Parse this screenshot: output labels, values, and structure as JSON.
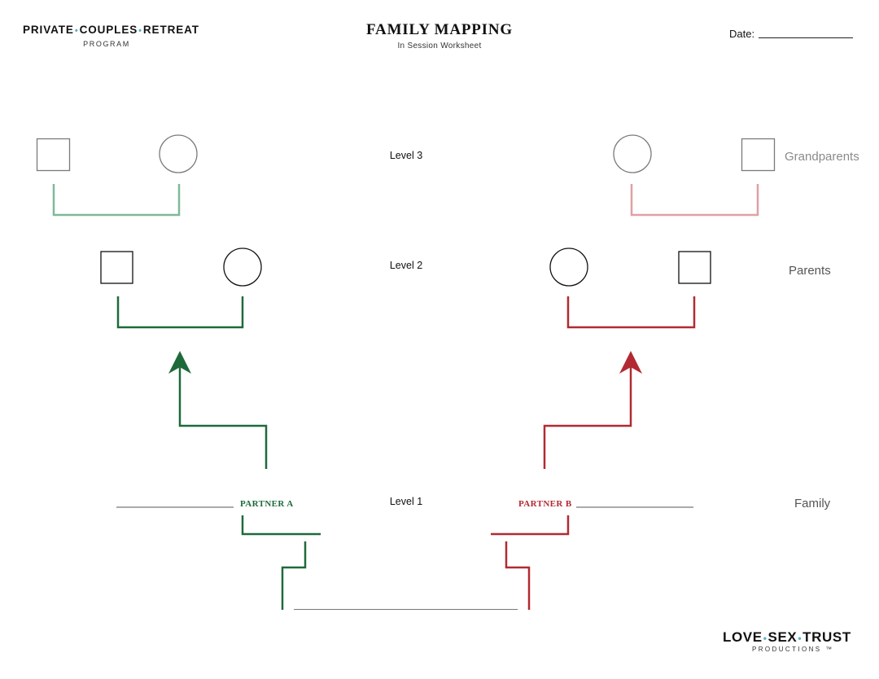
{
  "header": {
    "brand_title_parts": [
      "PRIVATE",
      "COUPLES",
      "RETREAT"
    ],
    "brand_separator": "•",
    "brand_subtitle": "PROGRAM",
    "title": "FAMILY MAPPING",
    "subtitle": "In Session Worksheet",
    "date_label": "Date:"
  },
  "levels": {
    "level3": "Level 3",
    "level2": "Level 2",
    "level1": "Level 1"
  },
  "side_labels": {
    "grandparents": "Grandparents",
    "parents": "Parents",
    "family": "Family"
  },
  "partners": {
    "a": "PARTNER A",
    "b": "PARTNER B"
  },
  "footer": {
    "title_parts": [
      "LOVE",
      "SEX",
      "TRUST"
    ],
    "separator": "•",
    "subtitle": "PRODUCTIONS  ™"
  },
  "colors": {
    "partner_a": "#1e6a3a",
    "partner_a_light": "#7fb99a",
    "partner_b": "#b22a31",
    "partner_b_light": "#e0a0a3",
    "grandparent_shape": "#7a7a7a",
    "parent_shape": "#111111",
    "accent_dot": "#5ab0c4"
  }
}
